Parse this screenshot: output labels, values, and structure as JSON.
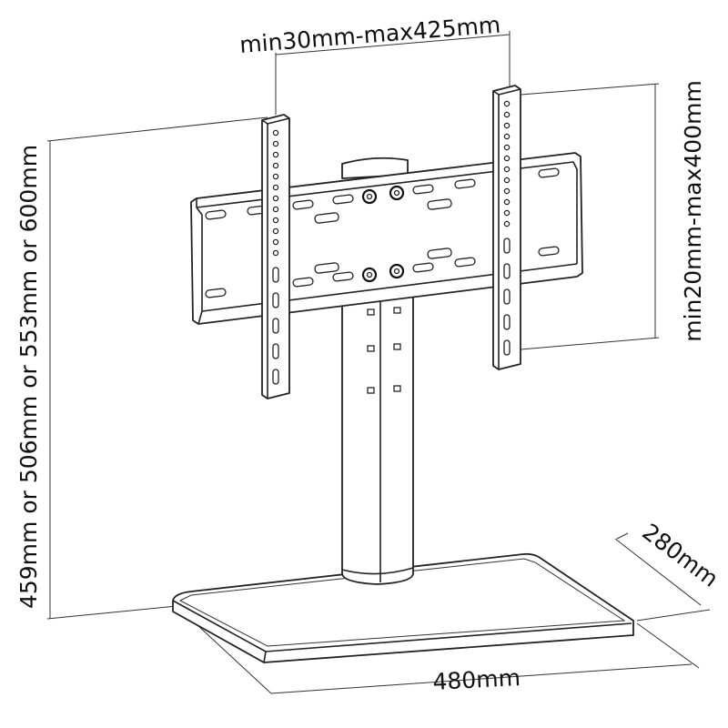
{
  "dimensions": {
    "width_range": "min30mm-max425mm",
    "height_range": "min20mm-max400mm",
    "stand_height": "459mm or 506mm or 553mm or 600mm",
    "base_depth": "280mm",
    "base_width": "480mm"
  }
}
